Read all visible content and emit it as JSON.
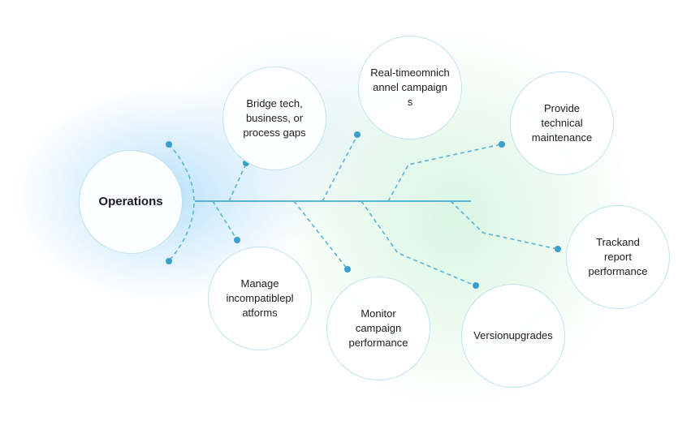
{
  "diagram": {
    "hub": {
      "label": "Operations"
    },
    "nodes": {
      "bridge": "Bridge tech, business, or process gaps",
      "realtime": "Real-timeomnichannel campaigns",
      "maintenance": "Provide technical maintenance",
      "track": "Trackand report performance",
      "manage": "Manage incompatiblepl atforms",
      "monitor": "Monitor campaign performance",
      "version": "Versionupgrades"
    },
    "colors": {
      "line": "#5ab4d6",
      "dot": "#3a9fcc",
      "node_border": "#bfe3ee",
      "text": "#1d1d1f"
    }
  }
}
